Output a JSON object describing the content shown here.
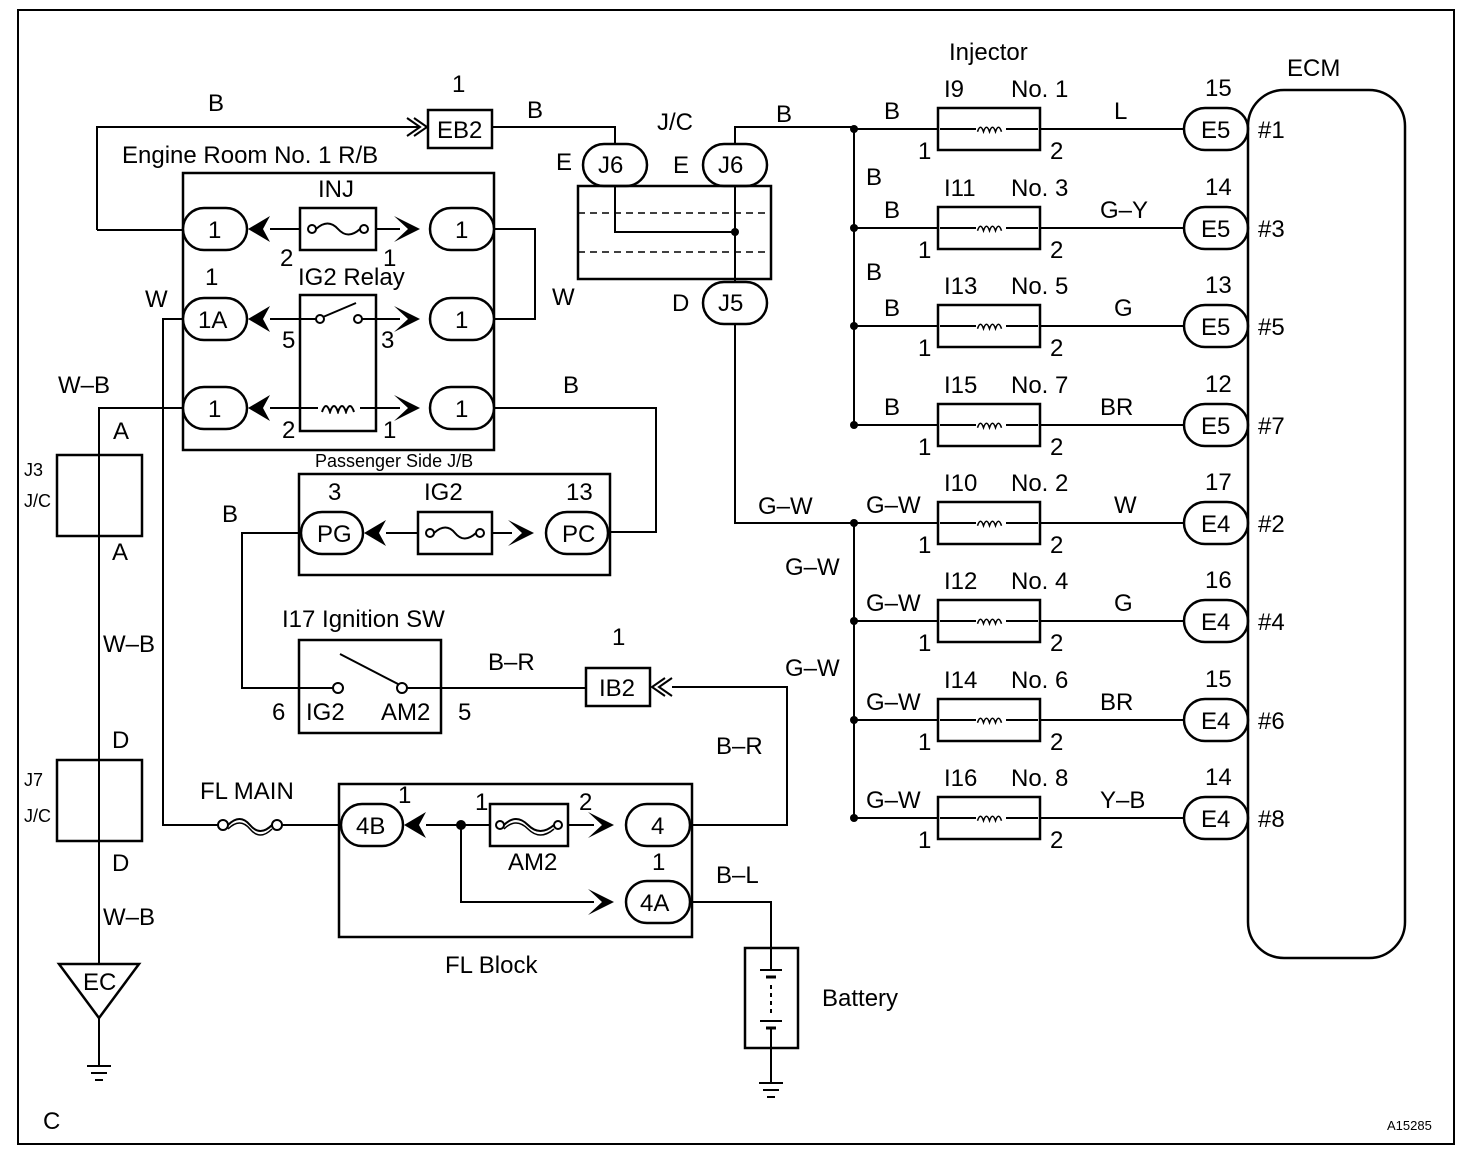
{
  "labels": {
    "injector": "Injector",
    "ecm": "ECM",
    "engine_room_rb": "Engine Room No. 1 R/B",
    "inj_fuse": "INJ",
    "ig2_relay": "IG2 Relay",
    "passenger_jb": "Passenger Side J/B",
    "ig2_fuse": "IG2",
    "ignition_sw": "I17 Ignition SW",
    "sw_ig2": "IG2",
    "sw_am2": "AM2",
    "fl_main": "FL MAIN",
    "fl_block": "FL Block",
    "am2_fuse": "AM2",
    "battery": "Battery",
    "jc_top": "J/C",
    "j3": "J3",
    "j3_jc": "J/C",
    "j7": "J7",
    "j7_jc": "J/C",
    "ec": "EC",
    "corner": "C",
    "figure_id": "A15285"
  },
  "connectors": {
    "eb2": "EB2",
    "eb2_pin": "1",
    "ib2": "IB2",
    "ib2_pin": "1",
    "j6": "J6",
    "j6_left_pin": "E",
    "j6_right_pin": "E",
    "j5": "J5",
    "j5_pin": "D",
    "rb_l1": "1",
    "rb_l2": "1A",
    "rb_l3": "1",
    "rb_r1": "1",
    "rb_r2": "1",
    "rb_r3": "1",
    "pg": "PG",
    "pg_pin": "3",
    "pc": "PC",
    "pc_pin": "13",
    "fb_4b": "4B",
    "fb_4b_pin": "1",
    "fb_4": "4",
    "fb_4a": "4A",
    "fb_4a_pin": "1",
    "j3_top": "A",
    "j3_bottom": "A",
    "j7_top": "D",
    "j7_bottom": "D"
  },
  "pins": {
    "inj_left": "2",
    "inj_right": "1",
    "one_above_1a": "1",
    "relay_sw_left": "5",
    "relay_sw_right": "3",
    "relay_coil_left": "2",
    "relay_coil_right": "1",
    "sw_ig2": "6",
    "sw_am2": "5",
    "am2_left": "1",
    "am2_right": "2"
  },
  "wires": {
    "top_eb2": "B",
    "eb2_j6": "B",
    "j6_out": "B",
    "rb_w_left": "W",
    "rb_w_right": "W",
    "wb_top": "W–B",
    "wb_mid": "W–B",
    "wb_bot": "W–B",
    "coil_out": "B",
    "pg_b": "B",
    "sw_br": "B–R",
    "ib2_br": "B–R",
    "battery_bl": "B–L",
    "gw_j5": "G–W",
    "gw_trunk1": "G–W",
    "gw_trunk2": "G–W",
    "b_trunk1": "B",
    "b_trunk2": "B"
  },
  "injectors": [
    {
      "conn": "I9",
      "no": "No. 1",
      "in": "B",
      "out": "L",
      "pin1": "1",
      "pin2": "2",
      "ecm_conn": "E5",
      "ecm_pin": "15",
      "cyl": "#1"
    },
    {
      "conn": "I11",
      "no": "No. 3",
      "in": "B",
      "out": "G–Y",
      "pin1": "1",
      "pin2": "2",
      "ecm_conn": "E5",
      "ecm_pin": "14",
      "cyl": "#3"
    },
    {
      "conn": "I13",
      "no": "No. 5",
      "in": "B",
      "out": "G",
      "pin1": "1",
      "pin2": "2",
      "ecm_conn": "E5",
      "ecm_pin": "13",
      "cyl": "#5"
    },
    {
      "conn": "I15",
      "no": "No. 7",
      "in": "B",
      "out": "BR",
      "pin1": "1",
      "pin2": "2",
      "ecm_conn": "E5",
      "ecm_pin": "12",
      "cyl": "#7"
    },
    {
      "conn": "I10",
      "no": "No. 2",
      "in": "G–W",
      "out": "W",
      "pin1": "1",
      "pin2": "2",
      "ecm_conn": "E4",
      "ecm_pin": "17",
      "cyl": "#2"
    },
    {
      "conn": "I12",
      "no": "No. 4",
      "in": "G–W",
      "out": "G",
      "pin1": "1",
      "pin2": "2",
      "ecm_conn": "E4",
      "ecm_pin": "16",
      "cyl": "#4"
    },
    {
      "conn": "I14",
      "no": "No. 6",
      "in": "G–W",
      "out": "BR",
      "pin1": "1",
      "pin2": "2",
      "ecm_conn": "E4",
      "ecm_pin": "15",
      "cyl": "#6"
    },
    {
      "conn": "I16",
      "no": "No. 8",
      "in": "G–W",
      "out": "Y–B",
      "pin1": "1",
      "pin2": "2",
      "ecm_conn": "E4",
      "ecm_pin": "14",
      "cyl": "#8"
    }
  ]
}
